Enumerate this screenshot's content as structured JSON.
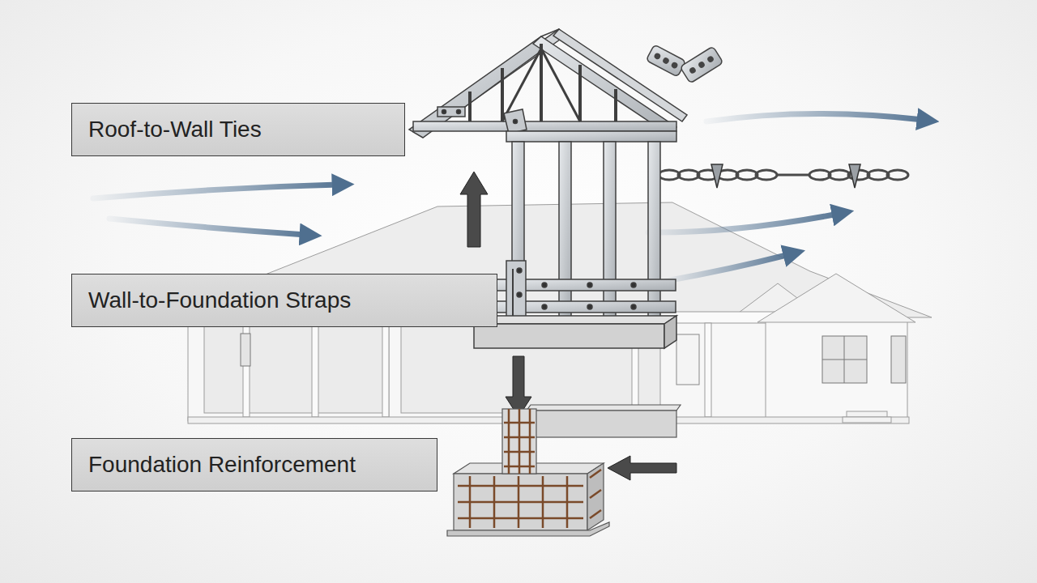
{
  "diagram": {
    "nodes": [
      {
        "text": [
          "Roof-to-Wall Ties"
        ]
      },
      {
        "text": [
          "Wall-to-Foundation Straps"
        ]
      },
      {
        "text": [
          "Foundation Reinforcement"
        ]
      }
    ]
  }
}
